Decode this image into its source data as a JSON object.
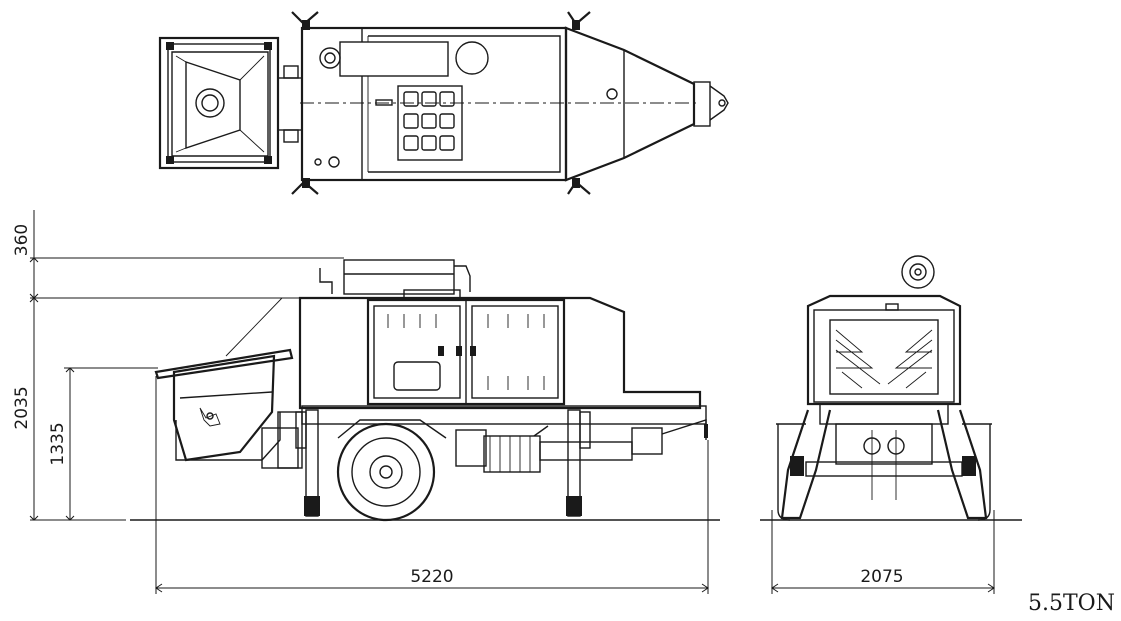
{
  "dimensions": {
    "top_height": "360",
    "total_height": "2035",
    "hopper_height": "1335",
    "overall_length": "5220",
    "overall_width": "2075"
  },
  "weight_label": "5.5TON"
}
